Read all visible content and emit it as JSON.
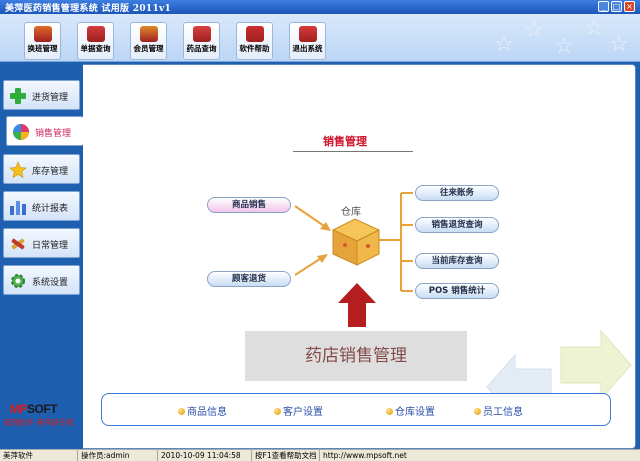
{
  "window": {
    "title": "美萍医药销售管理系统 试用版   2011v1",
    "controls": {
      "minimize": "_",
      "maximize": "□",
      "close": "×"
    }
  },
  "toolbar": {
    "buttons": [
      {
        "label": "换班管理",
        "icon": "shift-icon",
        "color": "#e06a2a"
      },
      {
        "label": "单据查询",
        "icon": "receipt-icon",
        "color": "#d43a3a"
      },
      {
        "label": "会员管理",
        "icon": "member-icon",
        "color": "#e08a2a"
      },
      {
        "label": "药品查询",
        "icon": "medicine-icon",
        "color": "#d84040"
      },
      {
        "label": "软件帮助",
        "icon": "help-icon",
        "color": "#c83030"
      },
      {
        "label": "退出系统",
        "icon": "exit-icon",
        "color": "#d63a3a"
      }
    ]
  },
  "sidebar": {
    "items": [
      {
        "label": "进货管理",
        "icon": "plus-icon"
      },
      {
        "label": "销售管理",
        "icon": "globe-icon",
        "active": true
      },
      {
        "label": "库存管理",
        "icon": "star-icon"
      },
      {
        "label": "统计报表",
        "icon": "chart-icon"
      },
      {
        "label": "日常管理",
        "icon": "tools-icon"
      },
      {
        "label": "系统设置",
        "icon": "gear-icon"
      }
    ],
    "brand": {
      "logo_red": "MP",
      "logo_black": "SOFT",
      "tagline": "管理软件 美萍是专家"
    }
  },
  "main": {
    "title": "销售管理",
    "warehouse_label": "仓库",
    "left_actions": [
      {
        "label": "商品销售",
        "style": "pink"
      },
      {
        "label": "顾客退货",
        "style": "blue"
      }
    ],
    "right_actions": [
      {
        "label": "往来账务"
      },
      {
        "label": "销售退货查询"
      },
      {
        "label": "当前库存查询"
      },
      {
        "label": "POS 销售统计"
      }
    ],
    "banner": "药店销售管理",
    "bottom_links": [
      {
        "label": "商品信息"
      },
      {
        "label": "客户设置"
      },
      {
        "label": "仓库设置"
      },
      {
        "label": "员工信息"
      }
    ]
  },
  "statusbar": {
    "app": "美萍软件",
    "operator": "操作员:admin",
    "datetime": "2010-10-09 11:04:58",
    "help": "按F1查看帮助文档",
    "url": "http://www.mpsoft.net"
  }
}
